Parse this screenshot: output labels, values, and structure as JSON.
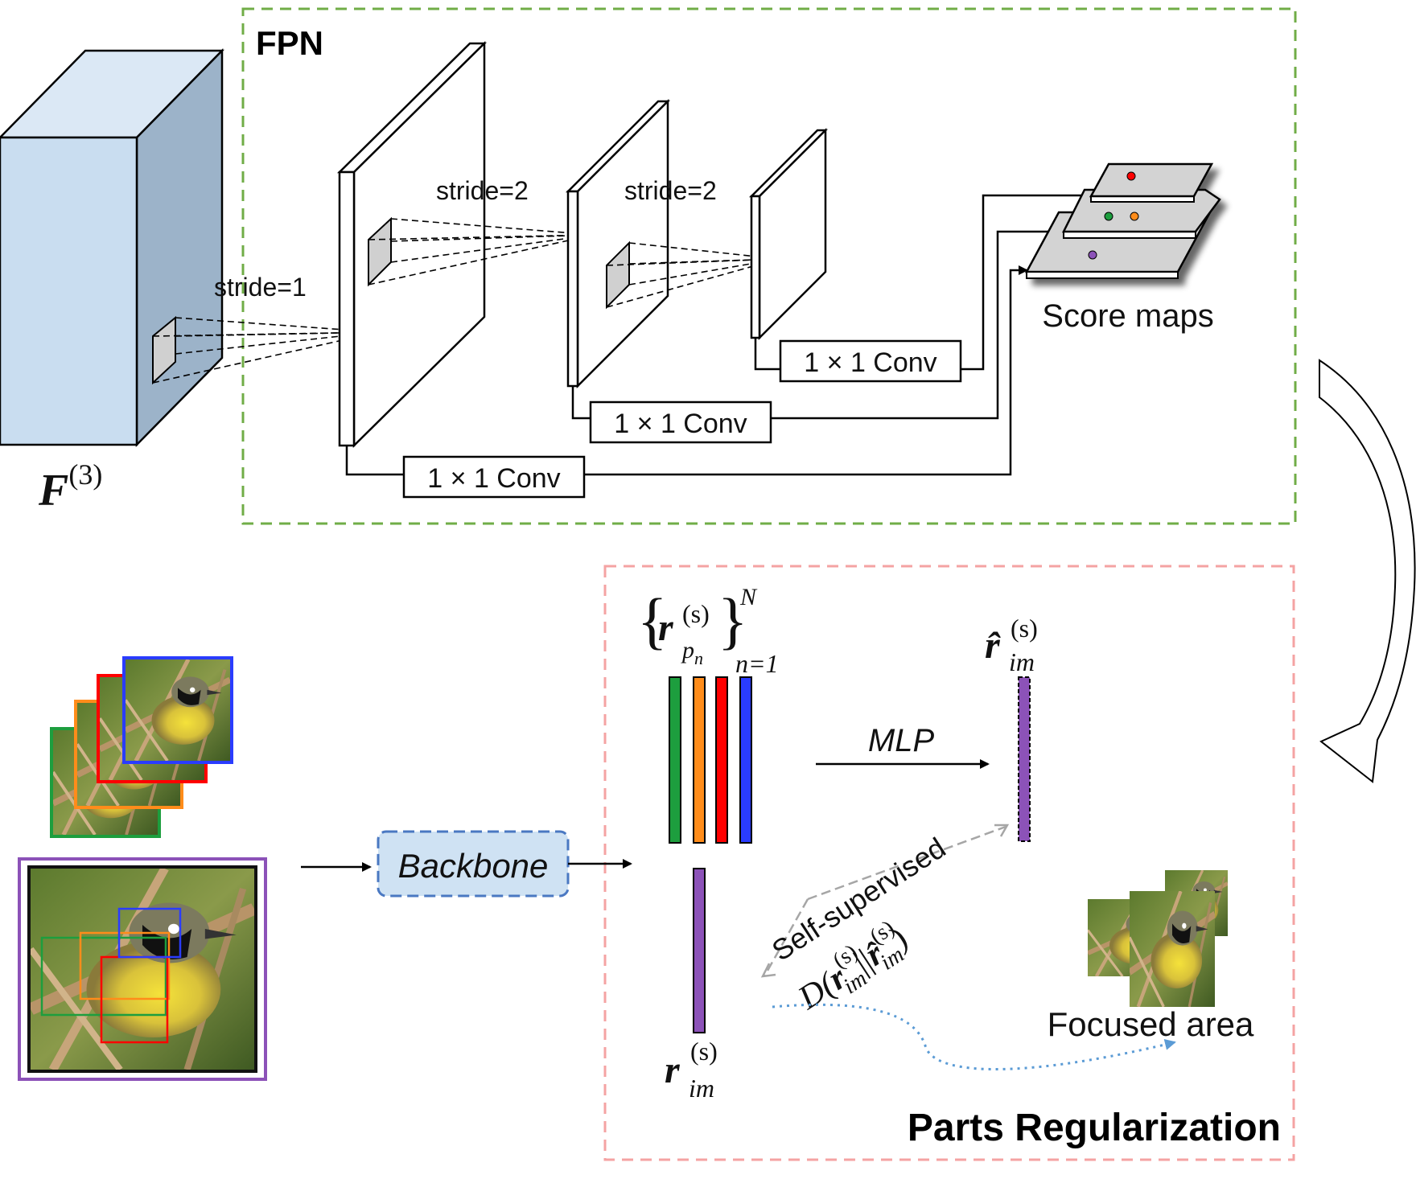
{
  "fpn": {
    "title": "FPN",
    "stride_1": "stride=1",
    "stride_2a": "stride=2",
    "stride_2b": "stride=2",
    "conv_1": "1 × 1 Conv",
    "conv_2": "1 × 1 Conv",
    "conv_3": "1 × 1 Conv",
    "score_maps": "Score maps"
  },
  "feature": {
    "symbol": "F",
    "superscript": "(3)"
  },
  "backbone": {
    "label": "Backbone"
  },
  "parts": {
    "set_symbol": "r",
    "set_sup": "(s)",
    "set_sub": "p",
    "set_sub2": "n",
    "set_upper": "N",
    "set_lower": "n=1",
    "mlp": "MLP",
    "rhat_symbol": "r̂",
    "rhat_sup": "(s)",
    "rhat_sub": "im",
    "rim_symbol": "r",
    "rim_sup": "(s)",
    "rim_sub": "im",
    "self_supervised": "Self-supervised",
    "divergence_D": "D(",
    "divergence_r": "r",
    "divergence_sup": "(s)",
    "divergence_sub": "im",
    "divergence_sep": "||",
    "divergence_rhat": "r̂",
    "divergence_sup2": "(s)",
    "divergence_sub2": "im",
    "divergence_close": ")",
    "focused_area": "Focused area",
    "title": "Parts Regularization"
  },
  "colors": {
    "fpn_border": "#70ad47",
    "parts_border": "#f4a3a3",
    "cube_front": "#c9ddf0",
    "cube_side": "#9cb3c9",
    "backbone_fill": "#cfe2f3",
    "backbone_border": "#4a78c2",
    "green": "#1d9e3e",
    "orange": "#ff8c1a",
    "red": "#ff0000",
    "blue": "#2a3cff",
    "purple": "#8c52b8",
    "grey_arrow": "#a6a6a6",
    "dotted_blue": "#5b9bd5"
  }
}
